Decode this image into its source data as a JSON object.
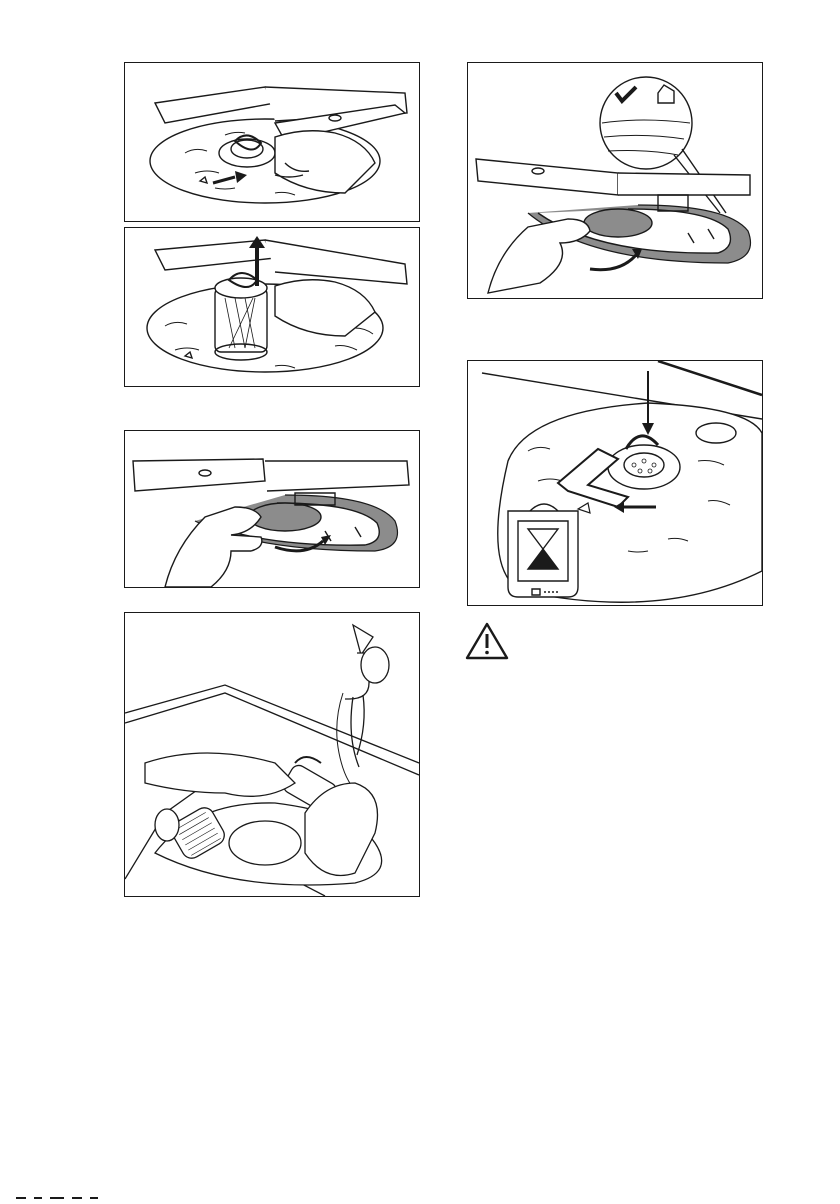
{
  "figures": [
    {
      "id": "step-1",
      "icon": "filter-unlock-turn-illustration"
    },
    {
      "id": "step-2",
      "icon": "filter-lift-out-illustration"
    },
    {
      "id": "step-3",
      "icon": "flat-filter-remove-illustration"
    },
    {
      "id": "step-4",
      "icon": "filter-rinse-under-tap-illustration"
    },
    {
      "id": "step-5",
      "icon": "flat-filter-install-check-illustration"
    },
    {
      "id": "step-6",
      "icon": "filter-lock-turn-illustration"
    }
  ],
  "warning": {
    "icon": "warning-triangle-icon"
  },
  "colors": {
    "line": "#1a1a1a",
    "background": "#ffffff",
    "shade": "#8c8c8c"
  }
}
